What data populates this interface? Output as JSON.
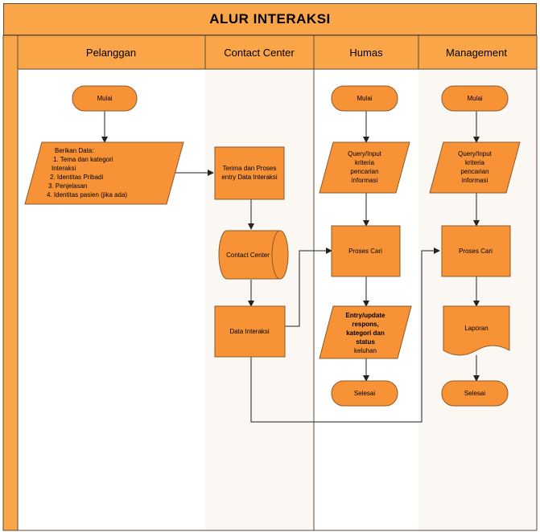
{
  "title": "ALUR INTERAKSI",
  "lanes": {
    "pelanggan": "Pelanggan",
    "contact_center": "Contact Center",
    "humas": "Humas",
    "management": "Management"
  },
  "nodes": {
    "mulai_pelanggan": "Mulai",
    "berikan_data": {
      "line1": "Berikan Data:",
      "line2": "1. Tema dan kategori",
      "line3": "Interaksi",
      "line4": "2. Identitas Pribadi",
      "line5": "3. Penjelasan",
      "line6": "4. Identitas pasien (jika ada)"
    },
    "terima_proses": {
      "line1": "Terima dan Proses",
      "line2": "entry Data Interaksi"
    },
    "contact_center_db": "Contact Center",
    "data_interaksi": "Data Interaksi",
    "mulai_humas": "Mulai",
    "query_humas": {
      "line1": "Query/Input",
      "line2": "kriteria",
      "line3": "pencarian",
      "line4": "informasi"
    },
    "proses_cari_humas": "Proses Cari",
    "entry_update": {
      "line1": "Entry/update",
      "line2": "respons,",
      "line3": "kategori dan",
      "line4": "status",
      "line5": "keluhan"
    },
    "selesai_humas": "Selesai",
    "mulai_mgmt": "Mulai",
    "query_mgmt": {
      "line1": "Query/Input",
      "line2": "kriteria",
      "line3": "pencarian",
      "line4": "informasi"
    },
    "proses_cari_mgmt": "Proses Cari",
    "laporan": "Laporan",
    "selesai_mgmt": "Selesai"
  }
}
